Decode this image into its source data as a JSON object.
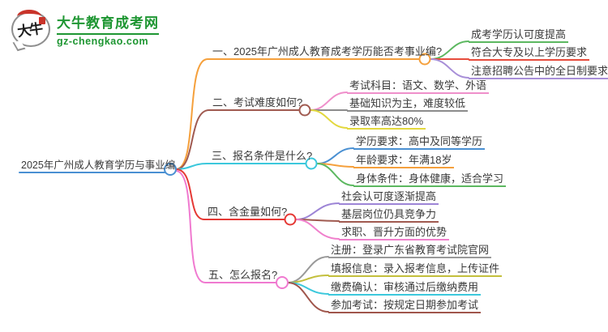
{
  "logo": {
    "brand": "大牛教育成考网",
    "domain": "gz-chengkao.com",
    "bubble_text": "大牛",
    "brand_color": "#1e9632"
  },
  "root": {
    "label": "2025年广州成人教育学历与事业编",
    "color": "#4a90d2"
  },
  "branches": [
    {
      "label": "一、2025年广州成人教育成考学历能否考事业编?",
      "color": "#f5a03c",
      "children": [
        {
          "label": "成考学历认可度提高",
          "color": "#5cb860"
        },
        {
          "label": "符合大专及以上学历要求",
          "color": "#e74c3c"
        },
        {
          "label": "注意招聘公告中的全日制要求",
          "color": "#a88fd8"
        }
      ]
    },
    {
      "label": "二、考试难度如何?",
      "color": "#a05a50",
      "children": [
        {
          "label": "考试科目：语文、数学、外语",
          "color": "#ef8fcb"
        },
        {
          "label": "基础知识为主，难度较低",
          "color": "#8c8c8c"
        },
        {
          "label": "录取率高达80%",
          "color": "#e3d83e"
        }
      ]
    },
    {
      "label": "三、报名条件是什么?",
      "color": "#3cc8dc",
      "children": [
        {
          "label": "学历要求：高中及同等学历",
          "color": "#4a90d2"
        },
        {
          "label": "年龄要求：年满18岁",
          "color": "#f5a03c"
        },
        {
          "label": "身体条件：身体健康，适合学习",
          "color": "#5cb860"
        }
      ]
    },
    {
      "label": "四、含金量如何?",
      "color": "#e53935",
      "children": [
        {
          "label": "社会认可度逐渐提高",
          "color": "#9d85d6"
        },
        {
          "label": "基层岗位仍具竞争力",
          "color": "#a05a50"
        },
        {
          "label": "求职、晋升方面的优势",
          "color": "#f080cc"
        }
      ]
    },
    {
      "label": "五、怎么报名?",
      "color": "#f07ad0",
      "children": [
        {
          "label": "注册：登录广东省教育考试院官网",
          "color": "#999999"
        },
        {
          "label": "填报信息：录入报考信息，上传证件",
          "color": "#c3bf3c"
        },
        {
          "label": "缴费确认：审核通过后缴纳费用",
          "color": "#3cc8dc"
        },
        {
          "label": "参加考试：按规定日期参加考试",
          "color": "#a0564c"
        }
      ]
    }
  ]
}
